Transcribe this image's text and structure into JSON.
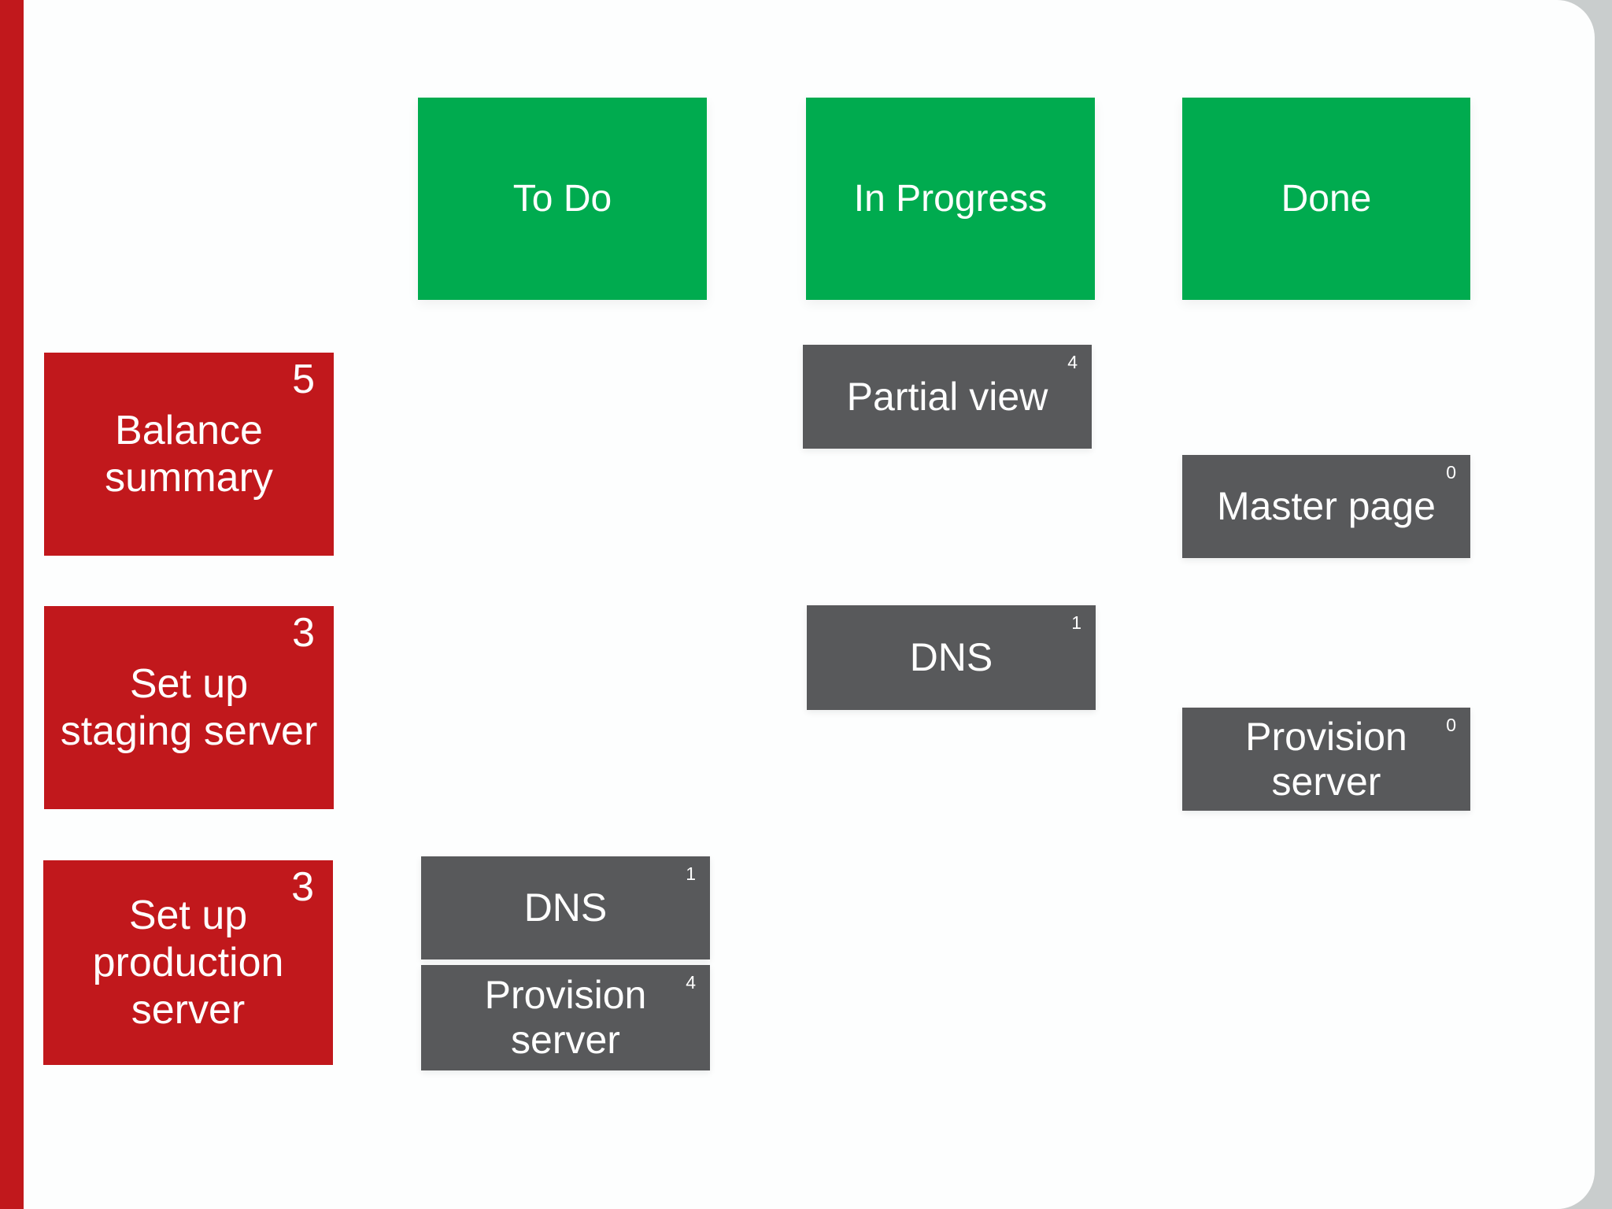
{
  "board": {
    "headers": [
      {
        "label": "To Do"
      },
      {
        "label": "In Progress"
      },
      {
        "label": "Done"
      }
    ],
    "backlog_cards": [
      {
        "title": "Balance\nsummary",
        "points": "5"
      },
      {
        "title": "Set up\nstaging server",
        "points": "3"
      },
      {
        "title": "Set up\nproduction\nserver",
        "points": "3"
      }
    ],
    "cards": [
      {
        "title": "Partial view",
        "badge": "4",
        "column": "In Progress"
      },
      {
        "title": "Master page",
        "badge": "0",
        "column": "Done"
      },
      {
        "title": "DNS",
        "badge": "1",
        "column": "In Progress"
      },
      {
        "title": "Provision\nserver",
        "badge": "0",
        "column": "Done"
      },
      {
        "title": "DNS",
        "badge": "1",
        "column": "To Do"
      },
      {
        "title": "Provision\nserver",
        "badge": "4",
        "column": "To Do"
      }
    ],
    "colors": {
      "header_green": "#00ab4f",
      "backlog_red": "#c1181c",
      "card_gray": "#58595b",
      "panel_white": "#fdfefe",
      "frame_gray": "#c9cdcd"
    }
  }
}
